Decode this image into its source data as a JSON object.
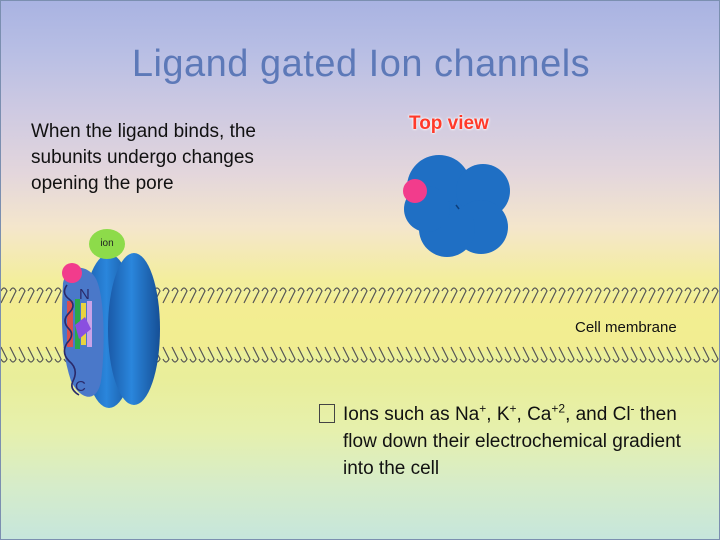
{
  "slide": {
    "title": "Ligand gated Ion channels",
    "description": "When the ligand binds, the subunits undergo changes opening the pore",
    "top_view_label": "Top view",
    "ion_label": "ion",
    "membrane_label": "Cell membrane",
    "n_label": "N",
    "c_label": "C",
    "bullet_symbol": "",
    "bullet": {
      "part1": "Ions such as Na",
      "sup1": "+",
      "part2": ", K",
      "sup2": "+",
      "part3": ", Ca",
      "sup3": "+2",
      "part4": ", and Cl",
      "sup4": "-",
      "part5": " then flow down their electrochemical gradient into the cell"
    }
  },
  "colors": {
    "channel_blue": "#1f6fc4",
    "ligand_pink": "#f23c8c",
    "ion_green": "#8ddb4a",
    "top_view_red": "#ff3a2a",
    "title_blue": "#5d79b8",
    "lipid_tail": "#e0c060"
  }
}
